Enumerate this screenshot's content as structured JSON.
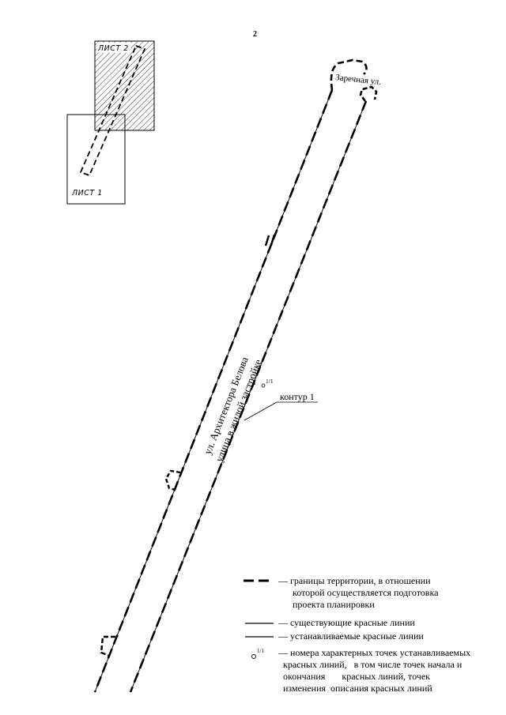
{
  "page_number": "2",
  "inset": {
    "sheet_1": "ЛИСТ 1",
    "sheet_2": "ЛИСТ 2"
  },
  "map": {
    "cross_street": "Заречная ул.",
    "street_name": "ул. Архитектора Белова",
    "street_category": "улица в жилой застройке",
    "contour_label": "контур 1",
    "point_number": "1/1"
  },
  "legend": [
    {
      "icon": "dashed-thick-line-icon",
      "lines": [
        "— границы территории, в отношении",
        "которой осуществляется подготовка",
        "проекта планировки"
      ]
    },
    {
      "icon": "solid-line-icon",
      "lines": [
        "— существующие красные линии"
      ]
    },
    {
      "icon": "solid-line-icon",
      "lines": [
        "— устанавливаемые красные линии"
      ]
    },
    {
      "icon": "point-marker-icon",
      "marker_label": "1/1",
      "lines": [
        "— номера характерных точек устанавливаемых",
        "красных линий,   в том числе точек начала и",
        "окончания       красных линий, точек",
        "изменения  описания красных линий"
      ]
    }
  ],
  "colors": {
    "ink": "#000000",
    "paper": "#ffffff"
  }
}
